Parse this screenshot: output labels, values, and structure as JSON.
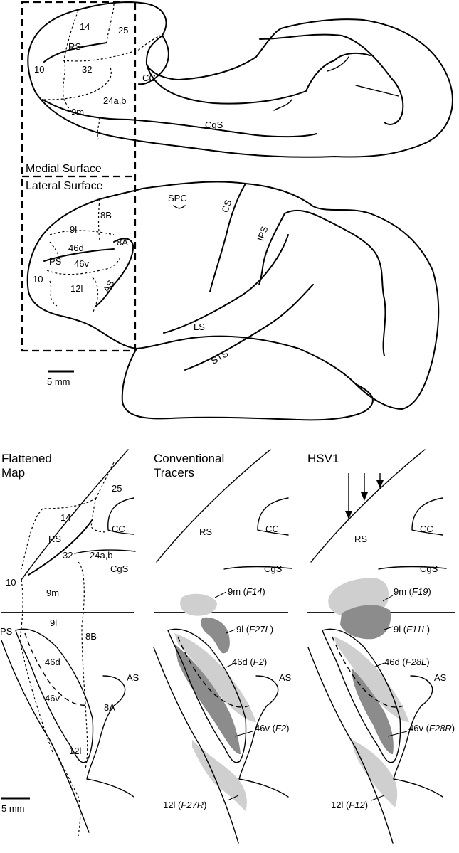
{
  "surfaces": {
    "medial": "Medial Surface",
    "lateral": "Lateral Surface"
  },
  "medial_labels": {
    "a14": "14",
    "a25": "25",
    "rs": "RS",
    "a10": "10",
    "a32": "32",
    "cc": "CC",
    "a24": "24a,b",
    "a9m": "9m",
    "cgs": "CgS"
  },
  "lateral_labels": {
    "spc": "SPC",
    "cs": "CS",
    "ips": "IPS",
    "a8b": "8B",
    "a9l": "9l",
    "a46d": "46d",
    "a8a": "8A",
    "ps": "PS",
    "a46v": "46v",
    "a10": "10",
    "a12l": "12l",
    "as": "AS",
    "ls": "LS",
    "sts": "STS"
  },
  "scale_top": "5 mm",
  "panels": {
    "flat": {
      "title1": "Flattened",
      "title2": "Map",
      "labels": {
        "a25": "25",
        "a14": "14",
        "cc": "CC",
        "rs": "RS",
        "a32": "32",
        "a24": "24a,b",
        "cgs": "CgS",
        "a10": "10",
        "a9m": "9m",
        "ps": "PS",
        "a9l": "9l",
        "a8b": "8B",
        "a46d": "46d",
        "a46v": "46v",
        "a8a": "8A",
        "as": "AS",
        "a12l": "12l"
      },
      "scale": "5 mm"
    },
    "conv": {
      "title1": "Conventional",
      "title2": "Tracers",
      "labels": {
        "rs": "RS",
        "cc": "CC",
        "cgs": "CgS",
        "as": "AS"
      },
      "annot": {
        "m9": {
          "area": "9m",
          "case": "F14"
        },
        "l9": {
          "area": "9l",
          "case": "F27L"
        },
        "d46": {
          "area": "46d",
          "case": "F2"
        },
        "v46": {
          "area": "46v",
          "case": "F2"
        },
        "l12": {
          "area": "12l",
          "case": "F27R"
        }
      }
    },
    "hsv": {
      "title1": "HSV1",
      "labels": {
        "rs": "RS",
        "cc": "CC",
        "cgs": "CgS",
        "as": "AS"
      },
      "annot": {
        "m9": {
          "area": "9m",
          "case": "F19"
        },
        "l9": {
          "area": "9l",
          "case": "F11L"
        },
        "d46": {
          "area": "46d",
          "case": "F28L"
        },
        "v46": {
          "area": "46v",
          "case": "F28R"
        },
        "l12": {
          "area": "12l",
          "case": "F12"
        }
      }
    }
  }
}
